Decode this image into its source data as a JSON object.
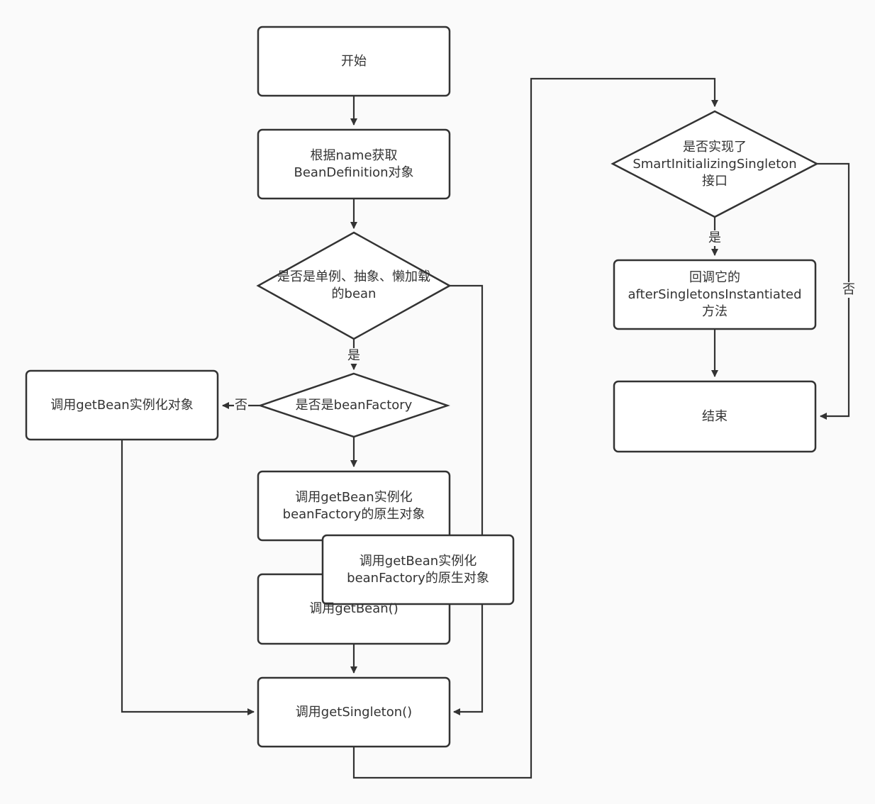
{
  "colors": {
    "background": "#fafafa",
    "node_fill": "#ffffff",
    "stroke": "#333333",
    "text": "#333333"
  },
  "nodes": {
    "start": "开始",
    "get_definition": "根据name获取\nBeanDefinition对象",
    "check_singleton": "是否是单例、抽象、懒加载\n的bean",
    "check_factory": "是否是beanFactory",
    "call_getbean_instantiate": "调用getBean实例化对象",
    "instantiate_factory_native": "调用getBean实例化\nbeanFactory的原生对象",
    "call_getbean": "调用getBean()",
    "instantiate_factory_native_overlay": "调用getBean实例化\nbeanFactory的原生对象",
    "get_singleton": "调用getSingleton()",
    "check_smart_init": "是否实现了\nSmartInitializingSingleton\n接口",
    "callback": "回调它的\nafterSingletonsInstantiated\n方法",
    "end": "结束"
  },
  "edge_labels": {
    "singleton_yes": "是",
    "factory_no": "否",
    "smart_yes": "是",
    "smart_no": "否"
  }
}
